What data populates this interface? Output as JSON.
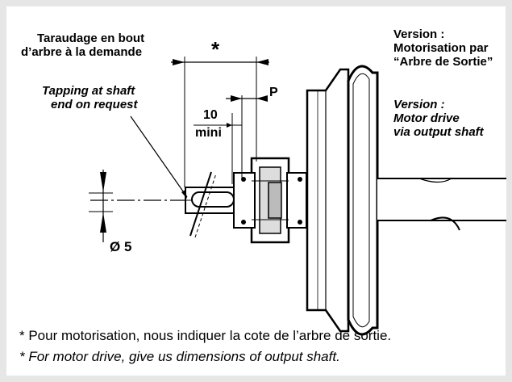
{
  "labels": {
    "tapping_fr_1": "Taraudage en bout",
    "tapping_fr_2": "d’arbre à la demande",
    "tapping_en_1": "Tapping at shaft",
    "tapping_en_2": "end on request",
    "dim_star": "*",
    "dim_p": "P",
    "dim_10": "10",
    "dim_mini": "mini",
    "dim_diameter": "Ø 5",
    "version_fr_1": "Version :",
    "version_fr_2": "Motorisation par",
    "version_fr_3": "“Arbre de Sortie”",
    "version_en_1": "Version :",
    "version_en_2": "Motor drive",
    "version_en_3": "via output shaft"
  },
  "footnotes": {
    "fr": "* Pour motorisation, nous indiquer la cote de l’arbre de sortie.",
    "en": "* For motor drive, give us dimensions of output shaft."
  }
}
